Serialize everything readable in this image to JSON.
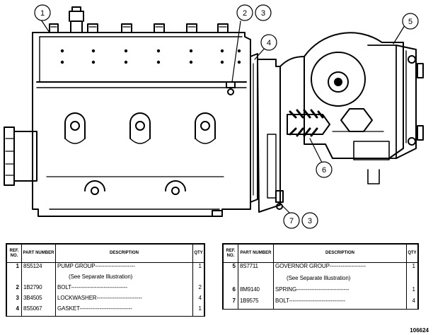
{
  "callouts": [
    "1",
    "2",
    "3",
    "4",
    "5",
    "6",
    "7",
    "3"
  ],
  "table_headers": {
    "ref": "REF. NO.",
    "part": "PART NUMBER",
    "desc": "DESCRIPTION",
    "qty": "QTY"
  },
  "left_rows": [
    {
      "ref": "1",
      "part": "8S5124",
      "desc": "PUMP GROUP----------------------",
      "qty": "1"
    },
    {
      "ref": "",
      "part": "",
      "desc": "(See Separate Illustration)",
      "qty": ""
    },
    {
      "ref": "2",
      "part": "1B2790",
      "desc": "BOLT-------------------------------",
      "qty": "2"
    },
    {
      "ref": "3",
      "part": "3B4505",
      "desc": "LOCKWASHER-------------------------",
      "qty": "4"
    },
    {
      "ref": "4",
      "part": "8S5067",
      "desc": "GASKET-----------------------------",
      "qty": "1"
    }
  ],
  "right_rows": [
    {
      "ref": "5",
      "part": "8S7711",
      "desc": "GOVERNOR GROUP--------------------",
      "qty": "1"
    },
    {
      "ref": "",
      "part": "",
      "desc": "(See Separate Illustration)",
      "qty": ""
    },
    {
      "ref": "6",
      "part": "8M9140",
      "desc": "SPRING-----------------------------",
      "qty": "1"
    },
    {
      "ref": "7",
      "part": "1B9575",
      "desc": "BOLT-------------------------------",
      "qty": "4"
    }
  ],
  "figure_number": "106624"
}
